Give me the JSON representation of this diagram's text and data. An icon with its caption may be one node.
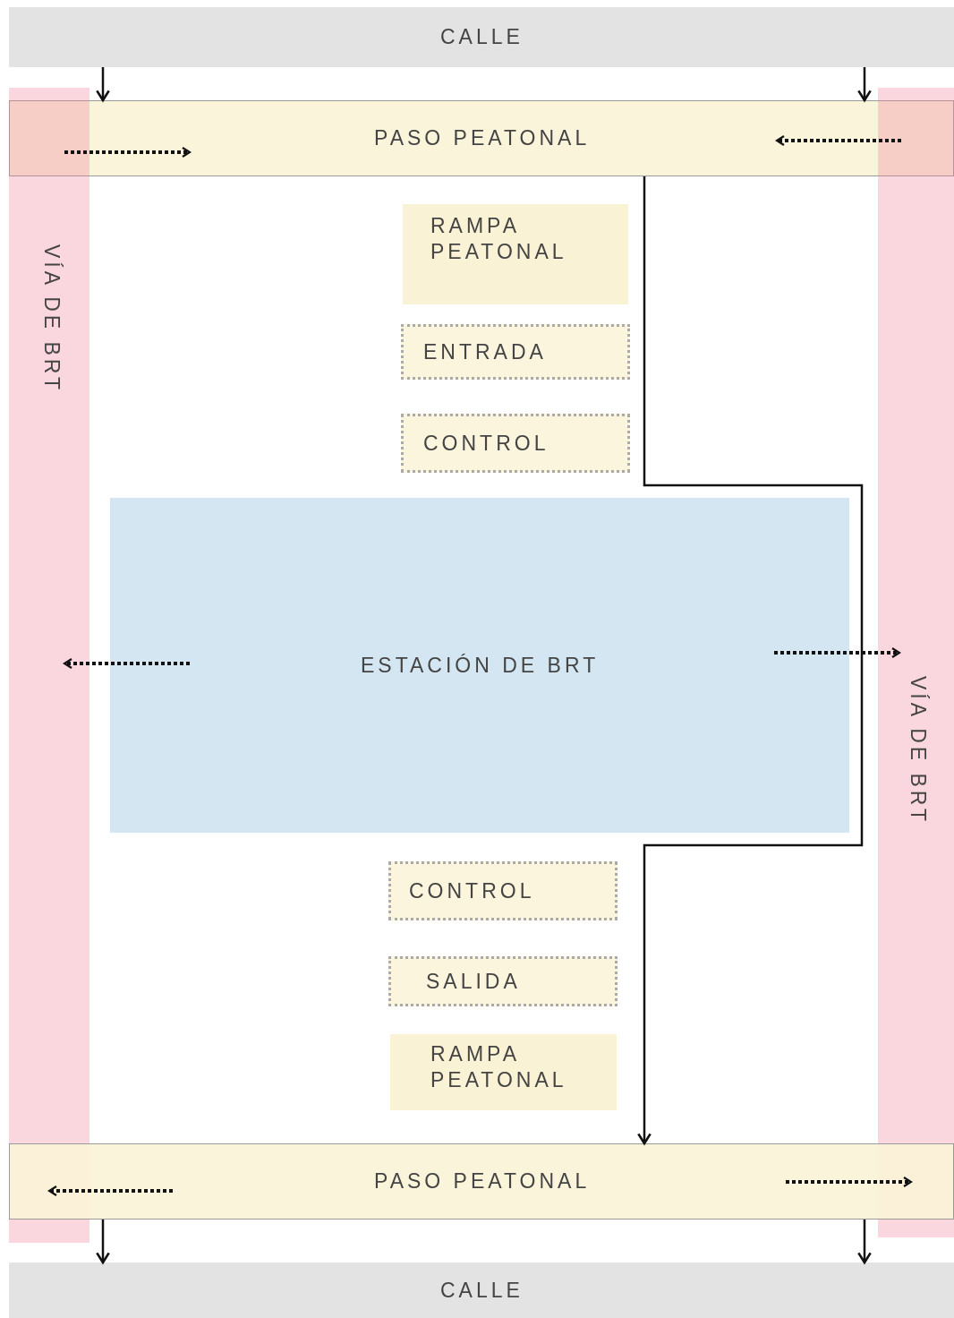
{
  "diagram": {
    "nodes": [
      {
        "text": [
          "CALLE"
        ]
      },
      {
        "text": [
          "PASO PEATONAL"
        ]
      },
      {
        "text": [
          "VÍA DE BRT"
        ]
      },
      {
        "text": [
          "RAMPA PEATONAL"
        ]
      },
      {
        "text": [
          "ENTRADA"
        ]
      },
      {
        "text": [
          "CONTROL"
        ]
      },
      {
        "text": [
          "ESTACIÓN DE BRT"
        ]
      },
      {
        "text": [
          "VÍA DE BRT"
        ]
      },
      {
        "text": [
          "CONTROL"
        ]
      },
      {
        "text": [
          "SALIDA"
        ]
      },
      {
        "text": [
          "RAMPA PEATONAL"
        ]
      },
      {
        "text": [
          "PASO PEATONAL"
        ]
      },
      {
        "text": [
          "CALLE"
        ]
      }
    ],
    "edges": [
      {
        "from": 0,
        "to": 1,
        "arrow": "to"
      },
      {
        "from": 0,
        "to": 1,
        "arrow": "to"
      },
      {
        "from": 2,
        "to": 1,
        "arrow": "to",
        "style": "dashed"
      },
      {
        "from": 7,
        "to": 1,
        "arrow": "to",
        "style": "dashed"
      },
      {
        "from": 1,
        "to": 11,
        "arrow": "to"
      },
      {
        "from": 6,
        "to": 2,
        "arrow": "to",
        "style": "dashed"
      },
      {
        "from": 6,
        "to": 7,
        "arrow": "to",
        "style": "dashed"
      },
      {
        "from": 11,
        "to": 2,
        "arrow": "to",
        "style": "dashed"
      },
      {
        "from": 11,
        "to": 7,
        "arrow": "to",
        "style": "dashed"
      },
      {
        "from": 11,
        "to": 12,
        "arrow": "to"
      },
      {
        "from": 11,
        "to": 12,
        "arrow": "to"
      }
    ]
  }
}
